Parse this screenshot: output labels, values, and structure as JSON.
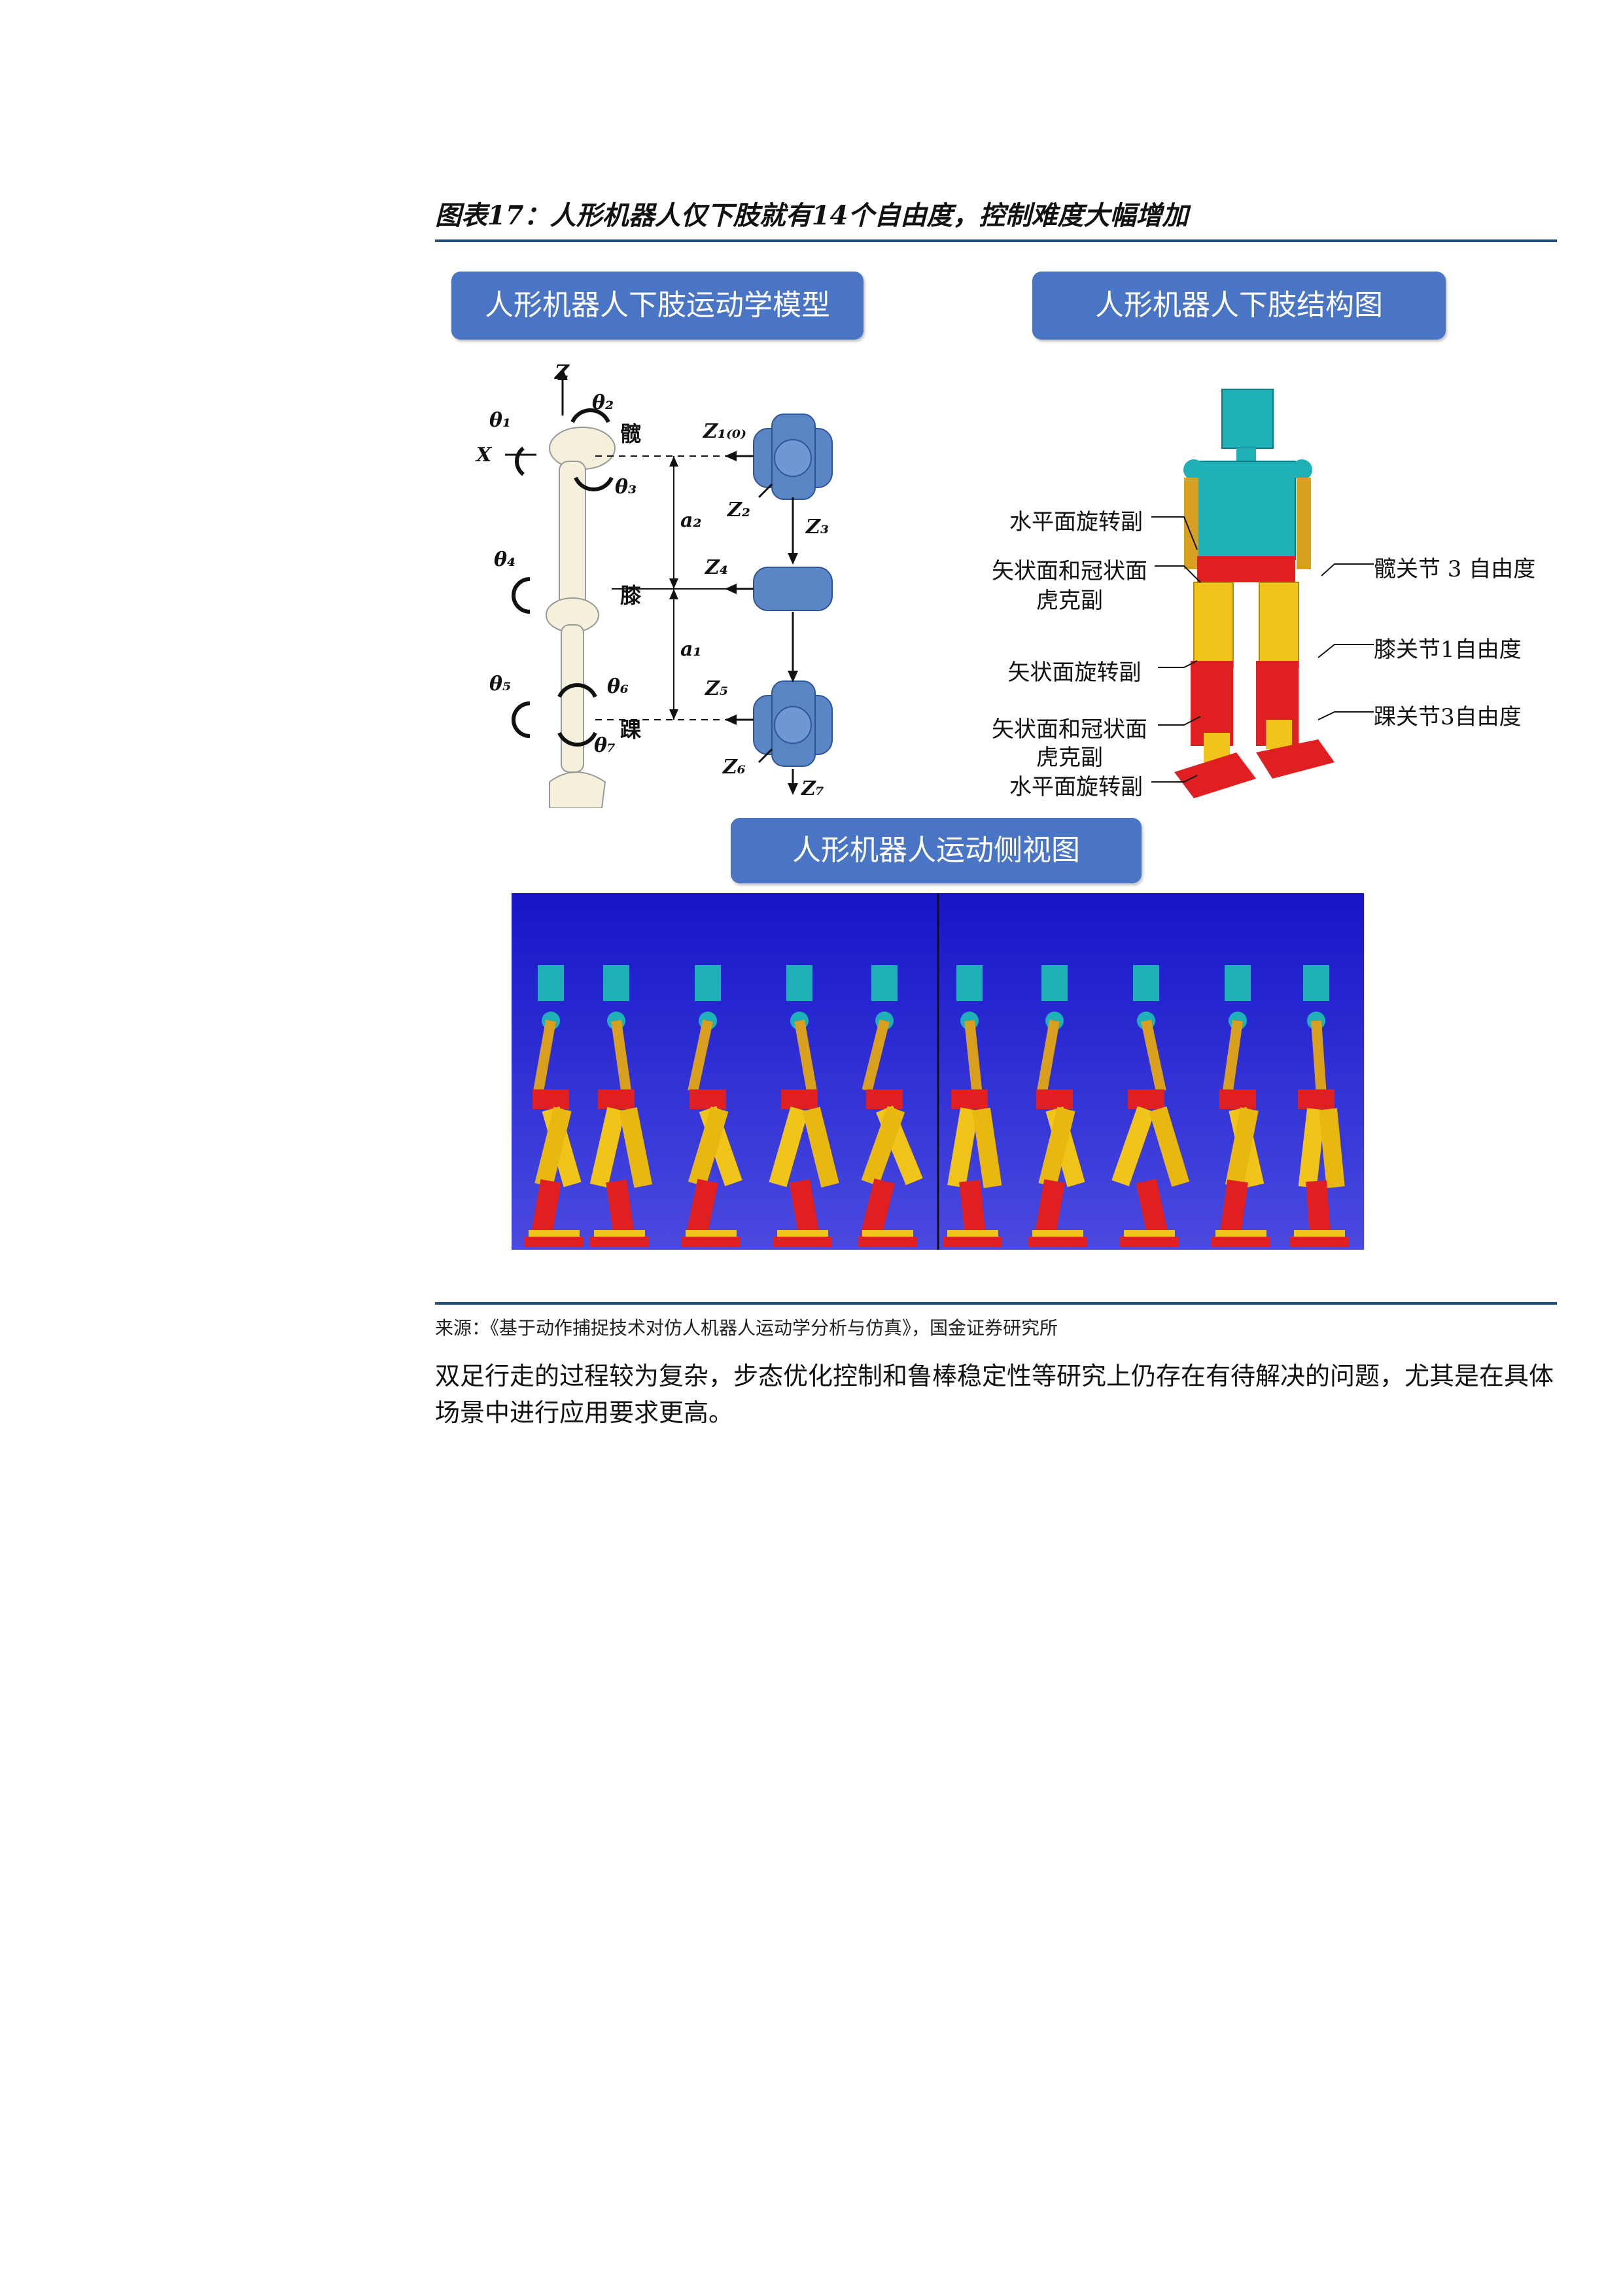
{
  "figure": {
    "title": "图表17：人形机器人仅下肢就有14个自由度，控制难度大幅增加",
    "panel_titles": {
      "kinematic": "人形机器人下肢运动学模型",
      "structure": "人形机器人下肢结构图",
      "side": "人形机器人运动侧视图"
    },
    "kinematic_labels": {
      "z_axis": "Z",
      "x_axis": "X",
      "theta1": "θ₁",
      "theta2": "θ₂",
      "theta3": "θ₃",
      "theta4": "θ₄",
      "theta5": "θ₅",
      "theta6": "θ₆",
      "theta7": "θ₇",
      "hip": "髋",
      "knee": "膝",
      "ankle": "踝",
      "z1": "Z₁₍₀₎",
      "z2": "Z₂",
      "z3": "Z₃",
      "z4": "Z₄",
      "z5": "Z₅",
      "z6": "Z₆",
      "z7": "Z₇",
      "a1": "a₁",
      "a2": "a₂"
    },
    "structure_labels": {
      "left": [
        "水平面旋转副",
        "矢状面和冠状面",
        "虎克副",
        "矢状面旋转副",
        "矢状面和冠状面",
        "虎克副",
        "水平面旋转副"
      ],
      "right": [
        "髋关节 3 自由度",
        "膝关节1自由度",
        "踝关节3自由度"
      ]
    },
    "colors": {
      "pill": "#4a74c4",
      "robot_body": "#1fb0b8",
      "robot_limb": "#f0c419",
      "robot_joint": "#e02020",
      "sim_bg": "#2a2ad0",
      "rule": "#1f4e79"
    }
  },
  "source": "来源：《基于动作捕捉技术对仿人机器人运动学分析与仿真》，国金证券研究所",
  "paragraph": "双足行走的过程较为复杂，步态优化控制和鲁棒稳定性等研究上仍存在有待解决的问题，尤其是在具体场景中进行应用要求更高。"
}
